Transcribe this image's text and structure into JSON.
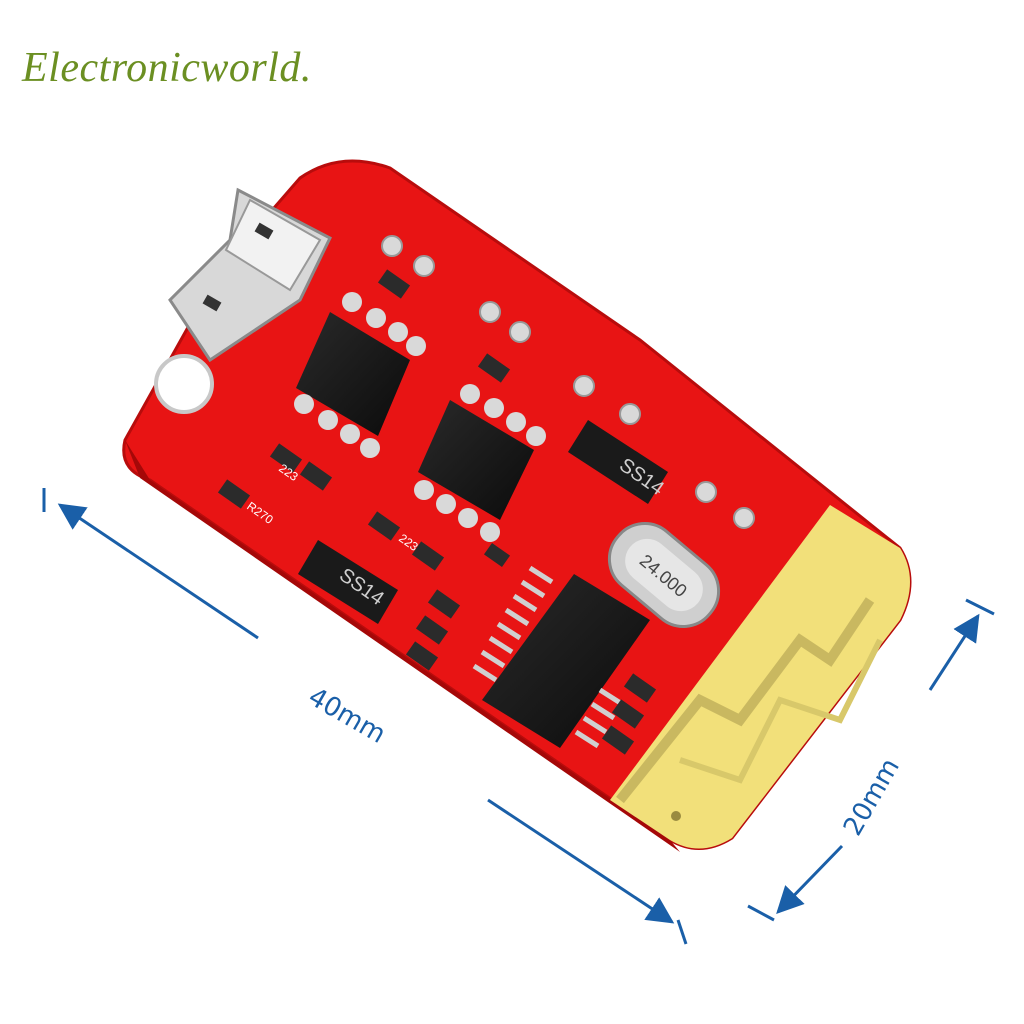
{
  "watermark": {
    "text": "Electronicworld."
  },
  "dimensions": {
    "length_label": "40mm",
    "width_label": "20mm"
  },
  "components": {
    "diode_label_1": "SS14",
    "diode_label_2": "SS14",
    "crystal_label": "24.000",
    "resistor_code_1": "223",
    "resistor_code_2": "223",
    "resistor_code_3": "R270"
  },
  "colors": {
    "pcb": "#e01010",
    "antenna_area": "#f2e07a",
    "dimension_lines": "#1a5fa8",
    "watermark": "#6b8f22"
  }
}
